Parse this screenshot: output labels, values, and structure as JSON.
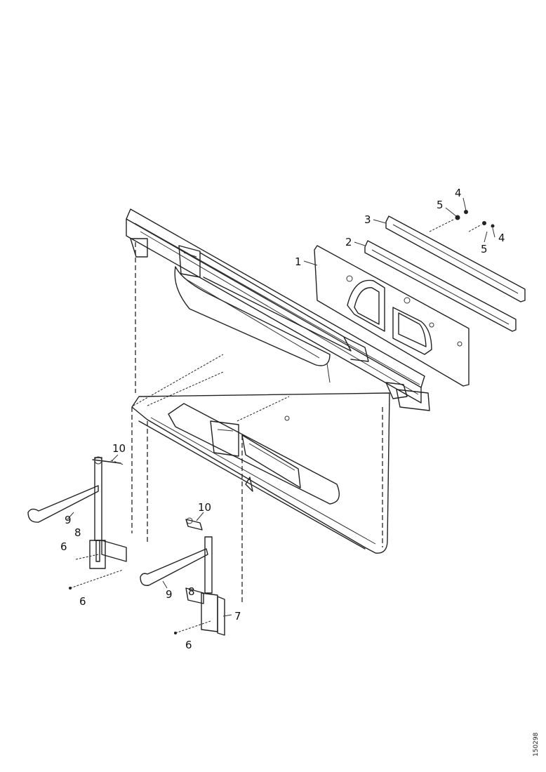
{
  "callouts": {
    "c1": "1",
    "c2": "2",
    "c3": "3",
    "c4a": "4",
    "c4b": "4",
    "c5a": "5",
    "c5b": "5",
    "c6a": "6",
    "c6b": "6",
    "c6c": "6",
    "c7": "7",
    "c8a": "8",
    "c8b": "8",
    "c9a": "9",
    "c9b": "9",
    "c10a": "10",
    "c10b": "10"
  },
  "drawing_code": "150298"
}
